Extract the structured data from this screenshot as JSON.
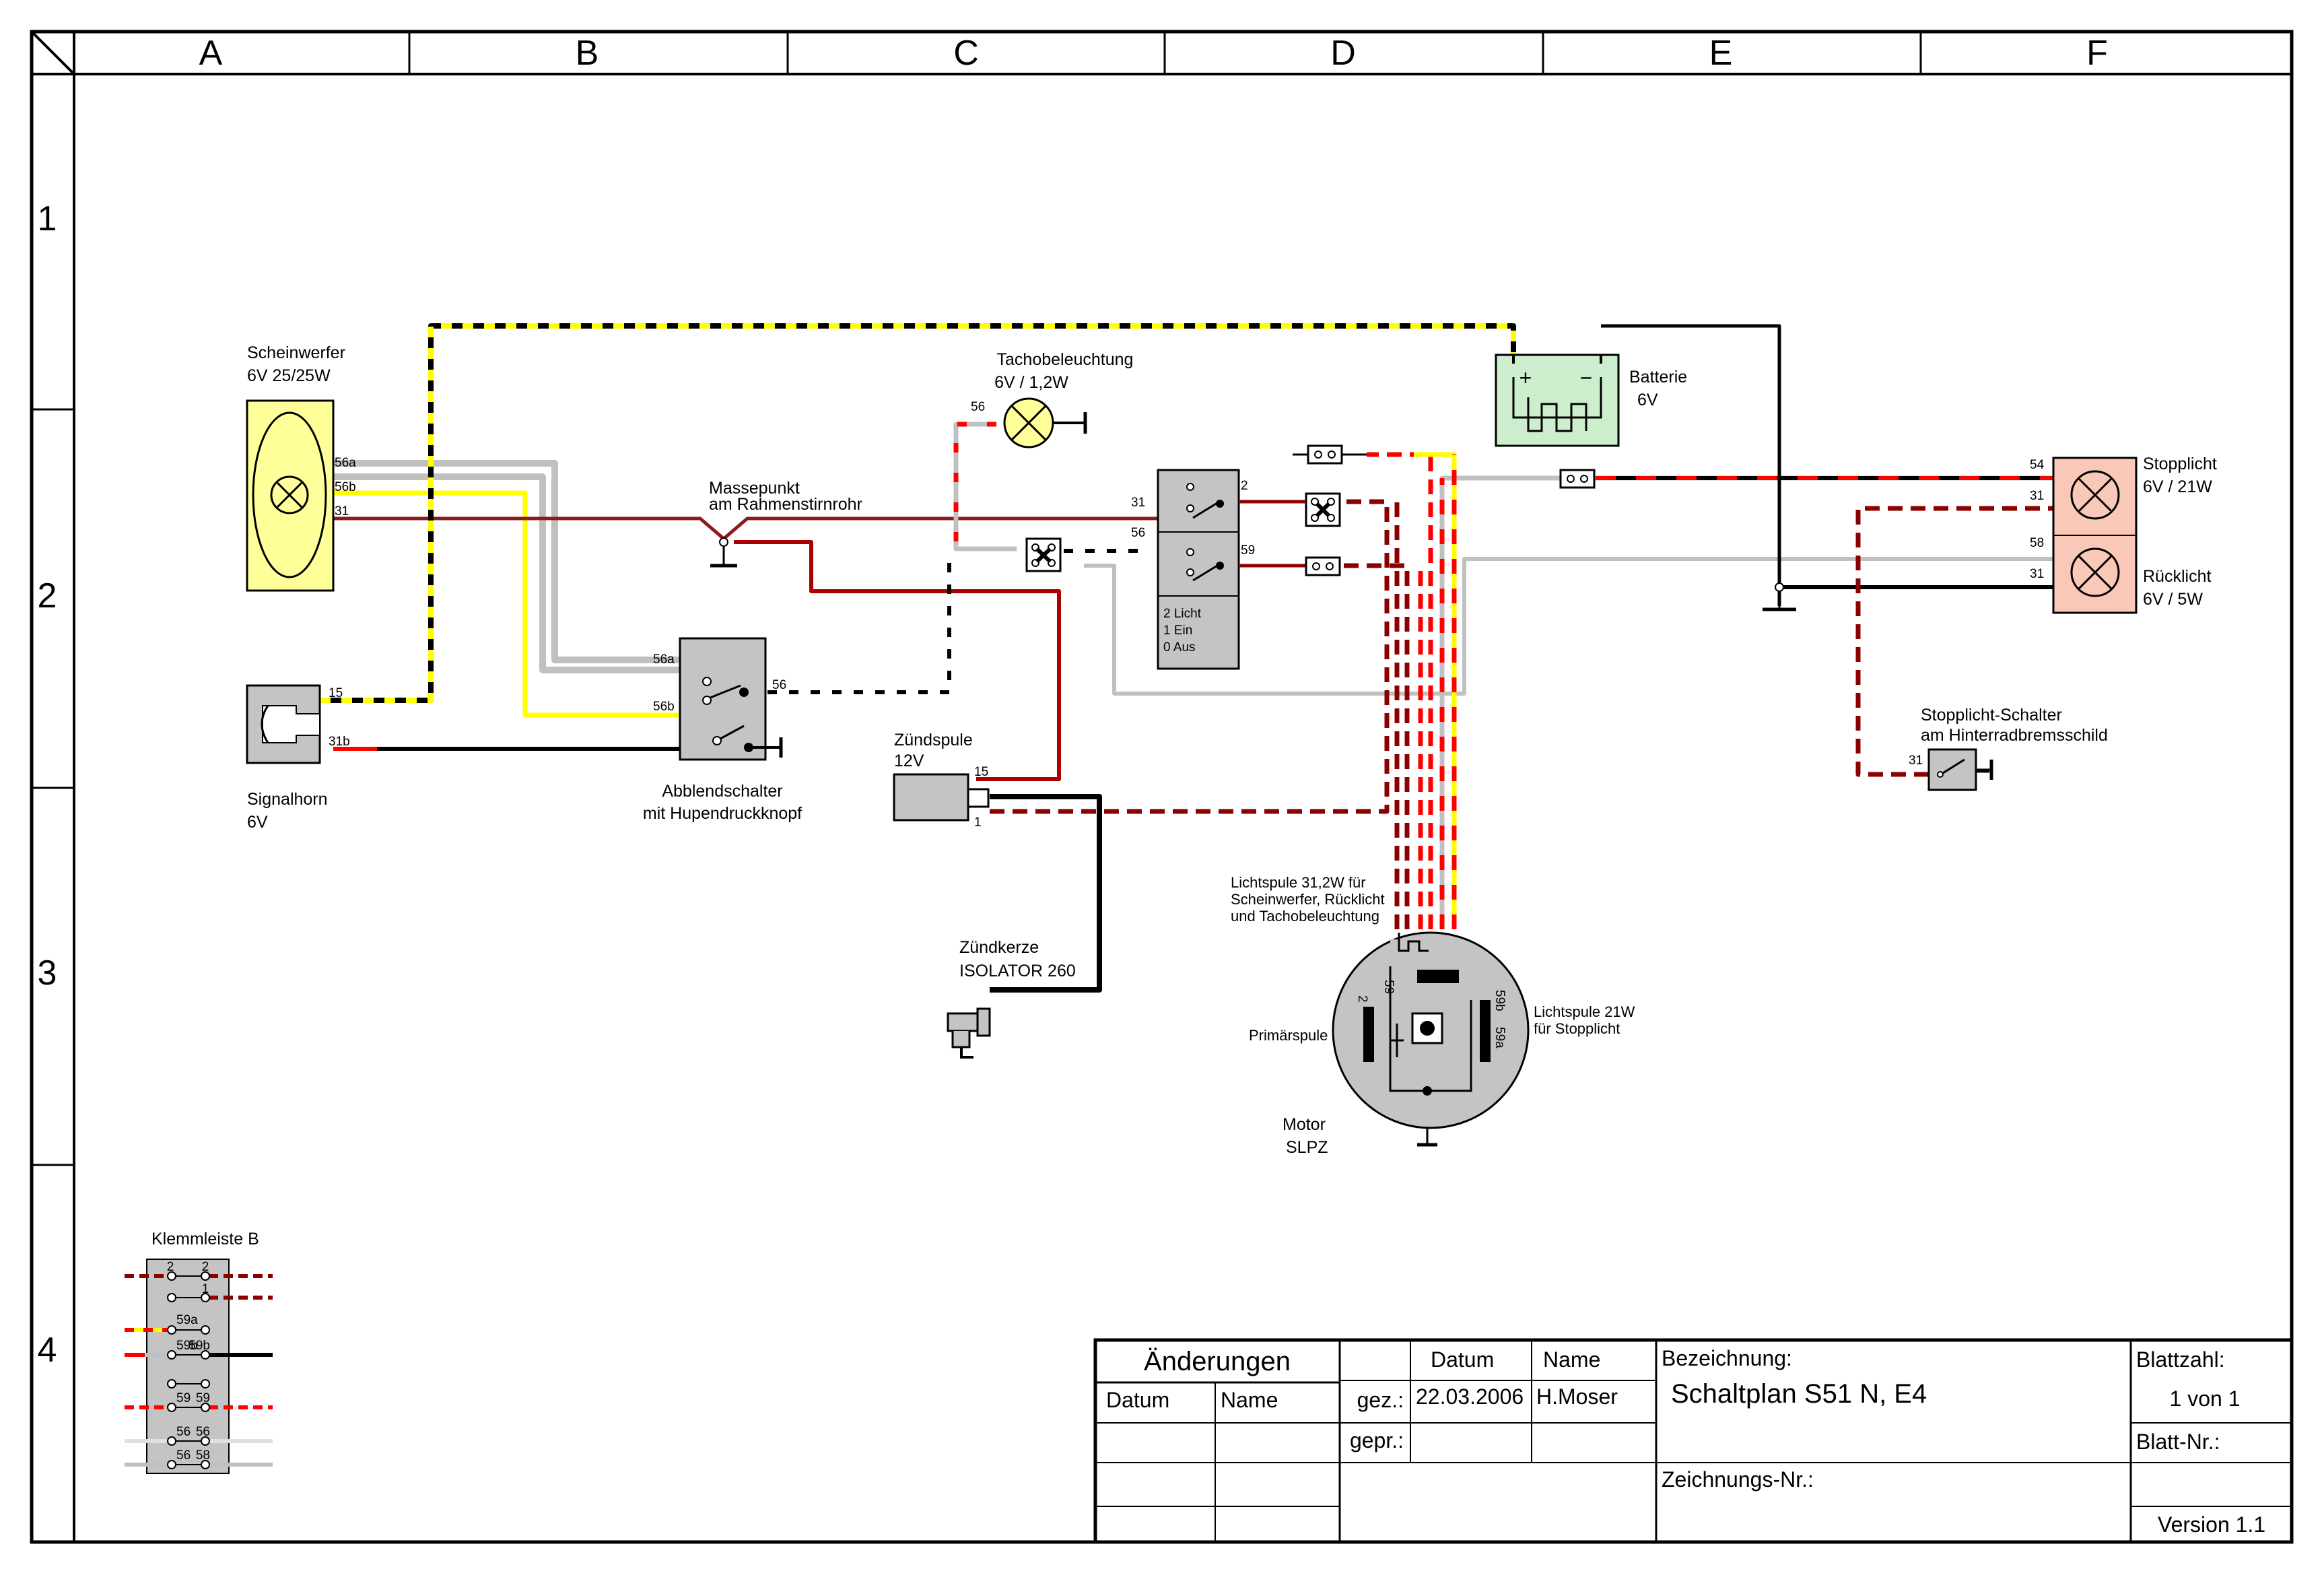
{
  "columns": [
    "A",
    "B",
    "C",
    "D",
    "E",
    "F"
  ],
  "rows": [
    "1",
    "2",
    "3",
    "4"
  ],
  "components": {
    "headlight": {
      "title": "Scheinwerfer",
      "rating": "6V 25/25W",
      "pins": [
        "56a",
        "56b",
        "31"
      ]
    },
    "horn": {
      "title": "Signalhorn",
      "rating": "6V",
      "pins": [
        "15",
        "31b"
      ]
    },
    "ground_point": {
      "title": "Massepunkt",
      "subtitle": "am Rahmenstirnrohr"
    },
    "dimmer_switch": {
      "title": "Abblendschalter",
      "subtitle": "mit Hupendruckknopf",
      "pins": [
        "56a",
        "56b",
        "56"
      ]
    },
    "speedo_light": {
      "title": "Tachobeleuchtung",
      "rating": "6V / 1,2W",
      "pin": "56"
    },
    "light_switch": {
      "pins": [
        "31",
        "2",
        "56",
        "59"
      ],
      "positions": [
        "2 Licht",
        "1 Ein",
        "0 Aus"
      ]
    },
    "ignition_coil": {
      "title": "Zündspule",
      "rating": "12V",
      "pins": [
        "15",
        "1"
      ]
    },
    "spark_plug": {
      "title": "Zündkerze",
      "model": "ISOLATOR 260"
    },
    "battery": {
      "title": "Batterie",
      "rating": "6V",
      "plus": "+",
      "minus": "−"
    },
    "brake_light": {
      "title": "Stopplicht",
      "rating": "6V / 21W",
      "pins": [
        "54",
        "31"
      ]
    },
    "tail_light": {
      "title": "Rücklicht",
      "rating": "6V / 5W",
      "pins": [
        "58",
        "31"
      ]
    },
    "brake_switch": {
      "title": "Stopplicht-Schalter",
      "subtitle": "am Hinterradbremsschild",
      "pin": "31"
    },
    "coil_light": {
      "line1": "Lichtspule 31,2W für",
      "line2": "Scheinwerfer, Rücklicht",
      "line3": "und Tachobeleuchtung"
    },
    "coil_stop": {
      "line1": "Lichtspule 21W",
      "line2": "für Stopplicht"
    },
    "primary_coil": {
      "label": "Primärspule"
    },
    "motor": {
      "title": "Motor",
      "model": "SLPZ",
      "pins": [
        "2",
        "59",
        "59b",
        "59a"
      ]
    },
    "terminal_strip": {
      "title": "Klemmleiste B",
      "labels": [
        "2",
        "2",
        "1",
        "59a",
        "59b",
        "59b",
        "59",
        "59",
        "56",
        "56",
        "56",
        "58"
      ]
    }
  },
  "title_block": {
    "changes": "Änderungen",
    "datum_col": "Datum",
    "name_col": "Name",
    "datum_head": "Datum",
    "name_head": "Name",
    "gez": "gez.:",
    "gepr": "gepr.:",
    "date_value": "22.03.2006",
    "author": "H.Moser",
    "bezeichnung_label": "Bezeichnung:",
    "bezeichnung_value": "Schaltplan S51 N, E4",
    "zeichnungs_nr": "Zeichnungs-Nr.:",
    "blattzahl_label": "Blattzahl:",
    "blattzahl_value": "1 von 1",
    "blatt_nr": "Blatt-Nr.:",
    "version": "Version 1.1"
  },
  "colors": {
    "yellow": "#ffff00",
    "brown": "#8b0000",
    "red": "#ff0000",
    "grey": "#c0c0c0",
    "black": "#000000",
    "headlight_fill": "#ffff99",
    "battery_fill": "#cceecc",
    "rear_light_fill": "#f9c8b8",
    "box_grey": "#c4c4c4"
  }
}
